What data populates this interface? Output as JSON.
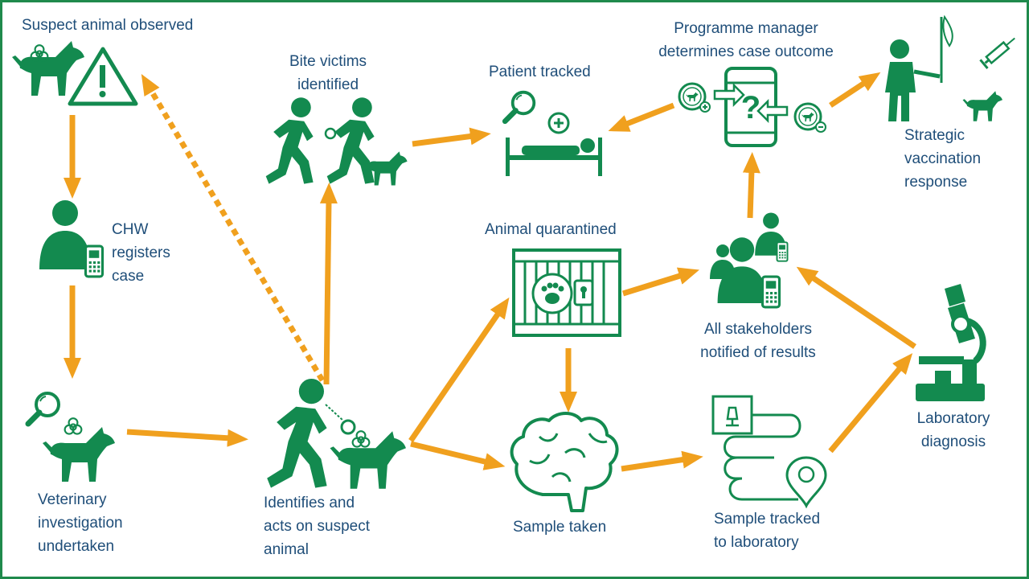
{
  "colors": {
    "green": "#138a4f",
    "orange": "#f0a01e",
    "text": "#1f4e79",
    "border": "#1f8a4c"
  },
  "icons": [
    "biohazard-dog-icon",
    "warning-triangle-icon",
    "health-worker-phone-icon",
    "magnifier-dog-icon",
    "running-person-dog-icon",
    "bite-victims-icon",
    "patient-bed-icon",
    "mobile-decision-icon",
    "vaccination-person-dog-icon",
    "quarantine-cage-icon",
    "brain-icon",
    "route-tracking-icon",
    "stakeholders-icon",
    "microscope-icon"
  ],
  "steps": {
    "suspect_observed": "Suspect animal observed",
    "chw_registers": "CHW\nregisters\ncase",
    "vet_investigation": "Veterinary\ninvestigation\nundertaken",
    "identifies_acts": "Identifies and\nacts on suspect\nanimal",
    "bite_victims": "Bite victims\nidentified",
    "patient_tracked": "Patient tracked",
    "programme_manager": "Programme manager\ndetermines case outcome",
    "strategic_vaccination": "Strategic\nvaccination\nresponse",
    "animal_quarantined": "Animal quarantined",
    "stakeholders_notified": "All stakeholders\nnotified of results",
    "sample_taken": "Sample taken",
    "sample_tracked": "Sample tracked\nto laboratory",
    "lab_diagnosis": "Laboratory\ndiagnosis"
  }
}
